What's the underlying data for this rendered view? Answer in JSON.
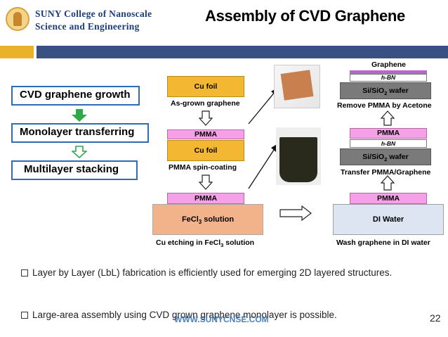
{
  "header": {
    "logo_line1": "SUNY College of Nanoscale",
    "logo_line2": "Science and Engineering",
    "title": "Assembly of CVD Graphene"
  },
  "colors": {
    "gold": "#e9b227",
    "navy": "#3a5083",
    "flow_border": "#2e6db4",
    "arrow_green": "#2fa84a"
  },
  "flow": {
    "step1": "CVD graphene growth",
    "step2": "Monolayer transferring",
    "step3": "Multilayer stacking"
  },
  "figure": {
    "cu_foil": "Cu foil",
    "pmma": "PMMA",
    "caption_asgrown": "As-grown graphene",
    "caption_spin": "PMMA spin-coating",
    "fecl3_label_pre": "FeCl",
    "fecl3_label_sub": "3",
    "fecl3_label_post": " solution",
    "caption_etch_pre": "Cu etching in FeCl",
    "caption_etch_sub": "3",
    "caption_etch_post": " solution",
    "di_water": "DI Water",
    "caption_wash": "Wash graphene in DI water",
    "hbn": "h-BN",
    "sio2_pre": "Si/SiO",
    "sio2_sub": "2",
    "sio2_post": " wafer",
    "caption_transfer": "Transfer PMMA/Graphene",
    "graphene": "Graphene",
    "caption_remove": "Remove PMMA by Acetone"
  },
  "bullets": [
    "Layer by Layer (LbL) fabrication is efficiently used for emerging 2D layered structures.",
    "Large-area assembly using CVD grown graphene monolayer is possible."
  ],
  "footer": {
    "url": "WWW.SUNYCNSE.COM",
    "page": "22"
  }
}
